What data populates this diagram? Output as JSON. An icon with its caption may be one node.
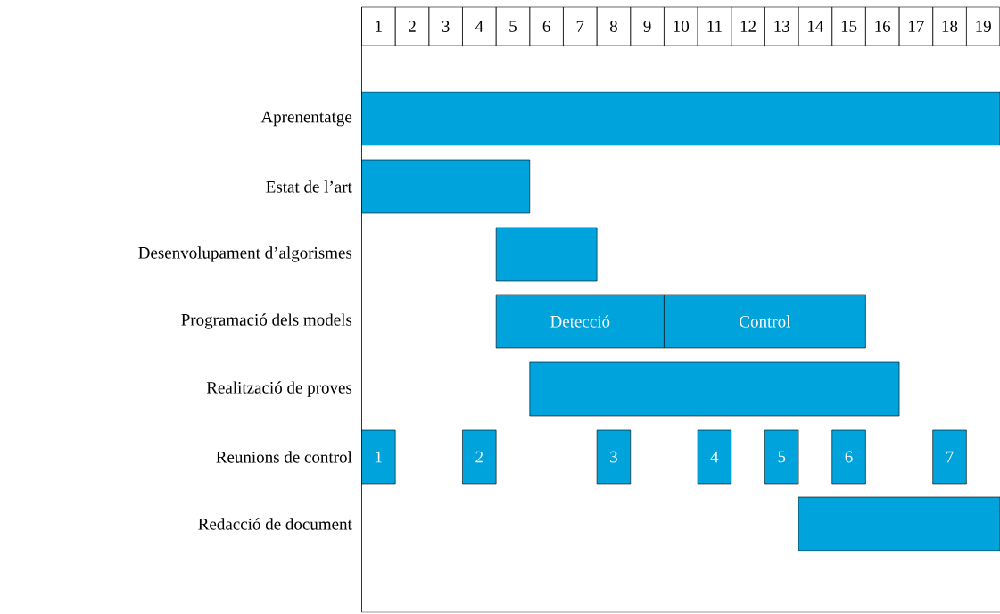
{
  "diagram": {
    "nodes": [
      {
        "text": [],
        "shape": "bar"
      },
      {
        "text": [],
        "shape": "bar"
      },
      {
        "text": [],
        "shape": "bar"
      },
      {
        "text": [
          "Detecció"
        ]
      },
      {
        "text": [
          "Control"
        ]
      },
      {
        "text": [],
        "shape": "bar"
      },
      {
        "text": [
          "1"
        ]
      },
      {
        "text": [
          "2"
        ]
      },
      {
        "text": [
          "3"
        ]
      },
      {
        "text": [
          "4"
        ]
      },
      {
        "text": [
          "5"
        ]
      },
      {
        "text": [
          "6"
        ]
      },
      {
        "text": [
          "7"
        ]
      },
      {
        "text": [],
        "shape": "bar"
      }
    ],
    "edges": [],
    "labels": [
      "1",
      "2",
      "3",
      "4",
      "5",
      "6",
      "7",
      "8",
      "9",
      "10",
      "11",
      "12",
      "13",
      "14",
      "15",
      "16",
      "17",
      "18",
      "19",
      "Aprenentatge",
      "Estat de l’art",
      "Desenvolupament d’algorismes",
      "Programació dels models",
      "Realització de proves",
      "Reunions de control",
      "Redacció de document"
    ]
  }
}
